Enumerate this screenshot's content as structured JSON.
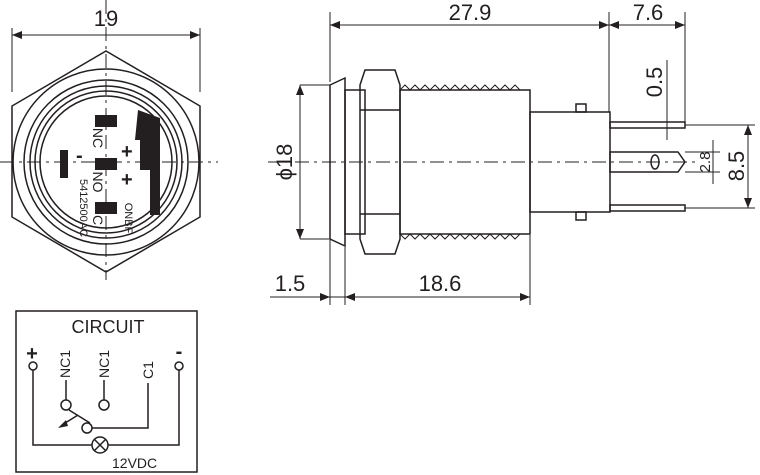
{
  "dimensions": {
    "front_width": "19",
    "body_length": "27.9",
    "terminal_length": "7.6",
    "terminal_thickness": "0.5",
    "diameter": "ϕ18",
    "terminal_width": "2.8",
    "terminal_spacing": "8.5",
    "bezel_thickness": "1.5",
    "thread_length": "18.6"
  },
  "front_view": {
    "minus": "-",
    "plus_1": "+",
    "plus_2": "+",
    "nc": "NC",
    "no": "NO",
    "c": "C",
    "part_code": "5412500AC",
    "brand": "ONBF"
  },
  "circuit": {
    "title": "CIRCUIT",
    "plus": "+",
    "minus": "-",
    "terminals": [
      "NC1",
      "NC1",
      "C1"
    ],
    "lamp_voltage": "12VDC"
  },
  "colors": {
    "ink": "#231f20",
    "background": "#ffffff"
  }
}
